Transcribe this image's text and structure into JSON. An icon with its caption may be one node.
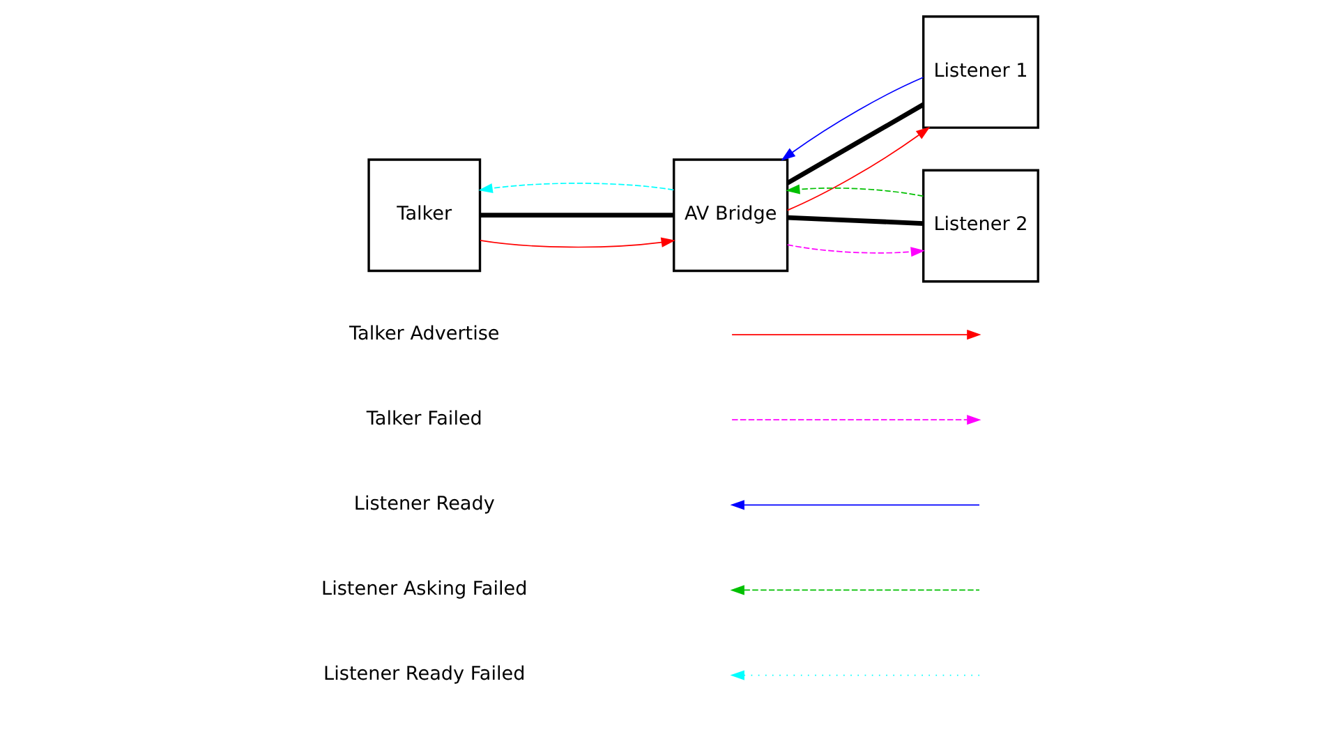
{
  "diagram": {
    "nodes": [
      {
        "text": [
          "Talker"
        ]
      },
      {
        "text": [
          "AV Bridge"
        ]
      },
      {
        "text": [
          "Listener 1"
        ]
      },
      {
        "text": [
          "Listener 2"
        ]
      }
    ],
    "edges": [
      {
        "from": 0,
        "to": 1,
        "arrow": "to",
        "color": "#ff0000"
      },
      {
        "from": 0,
        "to": 1,
        "arrow": "none",
        "style": "thick",
        "color": "#000000"
      },
      {
        "from": 1,
        "to": 0,
        "arrow": "to",
        "style": "dashed",
        "color": "#00ffff"
      },
      {
        "from": 1,
        "to": 2,
        "arrow": "to",
        "color": "#ff0000"
      },
      {
        "from": 1,
        "to": 2,
        "arrow": "none",
        "style": "thick",
        "color": "#000000"
      },
      {
        "from": 2,
        "to": 1,
        "arrow": "to",
        "color": "#0000ff"
      },
      {
        "from": 1,
        "to": 3,
        "arrow": "to",
        "style": "dashed",
        "color": "#ff00ff"
      },
      {
        "from": 1,
        "to": 3,
        "arrow": "none",
        "style": "thick",
        "color": "#000000"
      },
      {
        "from": 3,
        "to": 1,
        "arrow": "to",
        "style": "dashed",
        "color": "#00c000"
      }
    ],
    "legend": [
      {
        "text": "Talker Advertise"
      },
      {
        "text": "Talker Failed"
      },
      {
        "text": "Listener Ready"
      },
      {
        "text": "Listener Asking Failed"
      },
      {
        "text": "Listener Ready Failed"
      }
    ]
  }
}
